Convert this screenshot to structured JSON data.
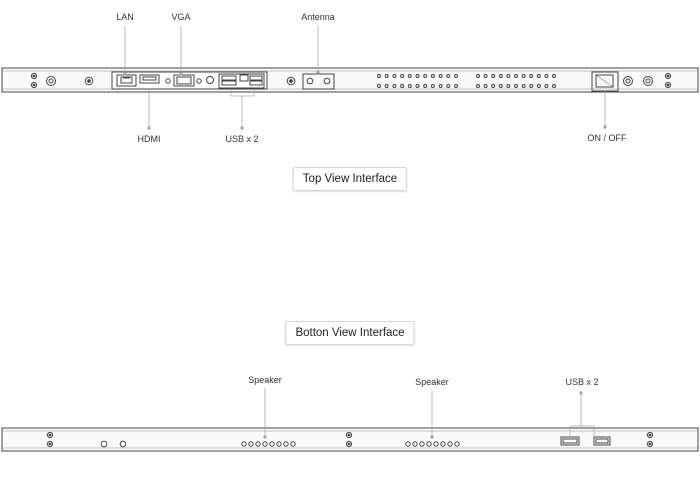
{
  "top_view": {
    "title": "Top View Interface",
    "callouts": {
      "lan": "LAN",
      "vga": "VGA",
      "antenna": "Antenna",
      "hdmi": "HDMI",
      "usb": "USB x 2",
      "power": "ON / OFF"
    }
  },
  "bottom_view": {
    "title": "Botton View Interface",
    "callouts": {
      "speaker_left": "Speaker",
      "speaker_right": "Speaker",
      "usb": "USB x 2"
    }
  }
}
